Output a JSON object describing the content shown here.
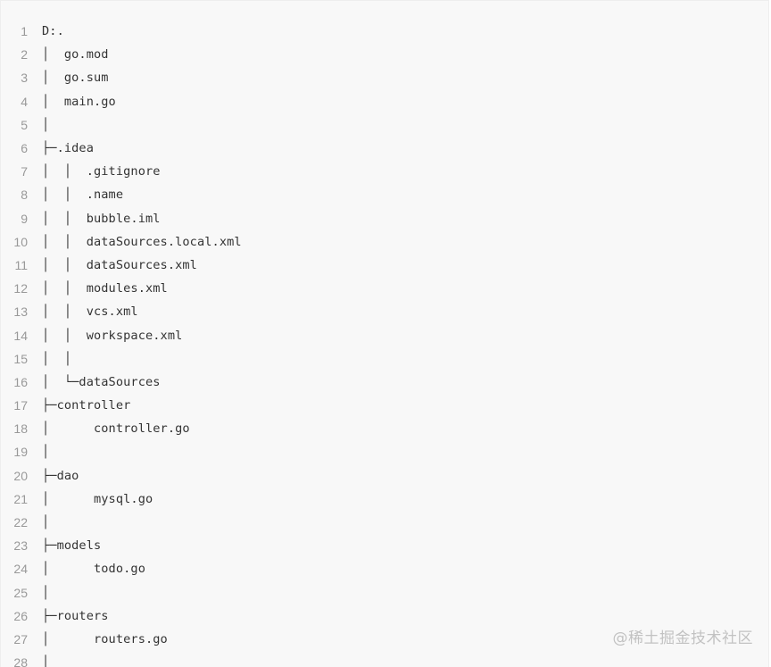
{
  "code_block": {
    "lines": [
      {
        "number": "1",
        "text": "D:."
      },
      {
        "number": "2",
        "text": "│  go.mod"
      },
      {
        "number": "3",
        "text": "│  go.sum"
      },
      {
        "number": "4",
        "text": "│  main.go"
      },
      {
        "number": "5",
        "text": "│"
      },
      {
        "number": "6",
        "text": "├─.idea"
      },
      {
        "number": "7",
        "text": "│  │  .gitignore"
      },
      {
        "number": "8",
        "text": "│  │  .name"
      },
      {
        "number": "9",
        "text": "│  │  bubble.iml"
      },
      {
        "number": "10",
        "text": "│  │  dataSources.local.xml"
      },
      {
        "number": "11",
        "text": "│  │  dataSources.xml"
      },
      {
        "number": "12",
        "text": "│  │  modules.xml"
      },
      {
        "number": "13",
        "text": "│  │  vcs.xml"
      },
      {
        "number": "14",
        "text": "│  │  workspace.xml"
      },
      {
        "number": "15",
        "text": "│  │"
      },
      {
        "number": "16",
        "text": "│  └─dataSources"
      },
      {
        "number": "17",
        "text": "├─controller"
      },
      {
        "number": "18",
        "text": "│      controller.go"
      },
      {
        "number": "19",
        "text": "│"
      },
      {
        "number": "20",
        "text": "├─dao"
      },
      {
        "number": "21",
        "text": "│      mysql.go"
      },
      {
        "number": "22",
        "text": "│"
      },
      {
        "number": "23",
        "text": "├─models"
      },
      {
        "number": "24",
        "text": "│      todo.go"
      },
      {
        "number": "25",
        "text": "│"
      },
      {
        "number": "26",
        "text": "├─routers"
      },
      {
        "number": "27",
        "text": "│      routers.go"
      },
      {
        "number": "28",
        "text": "│"
      }
    ]
  },
  "watermark": {
    "text": "@稀土掘金技术社区"
  }
}
